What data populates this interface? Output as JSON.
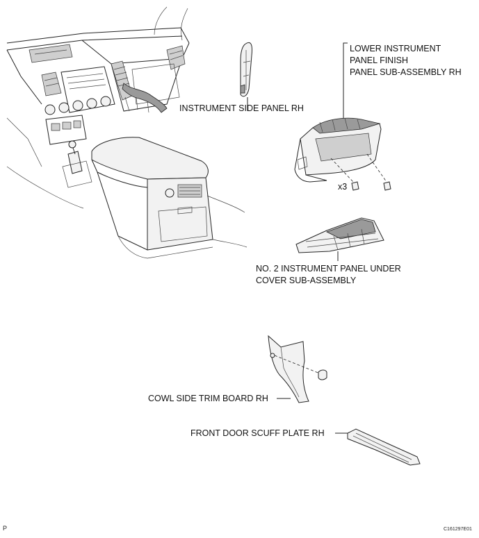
{
  "labels": {
    "lower_panel": [
      "LOWER INSTRUMENT",
      "PANEL FINISH",
      "PANEL SUB-ASSEMBLY RH"
    ],
    "side_panel": "INSTRUMENT SIDE PANEL RH",
    "fastener_count": "x3",
    "under_cover": [
      "NO. 2 INSTRUMENT PANEL UNDER",
      "COVER SUB-ASSEMBLY"
    ],
    "cowl_trim": "COWL SIDE TRIM BOARD RH",
    "scuff_plate": "FRONT DOOR SCUFF PLATE RH"
  },
  "corner": {
    "left": "P",
    "right": "C161297E01"
  }
}
